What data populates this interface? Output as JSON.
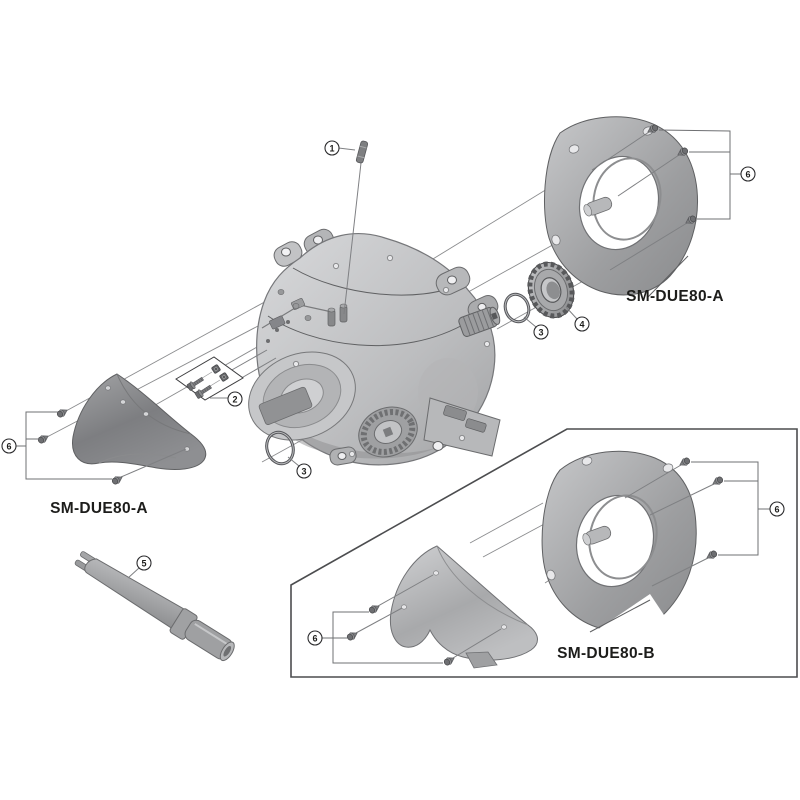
{
  "diagram": {
    "part_labels": [
      {
        "id": "cover-top-right",
        "text": "SM-DUE80-A"
      },
      {
        "id": "cover-left",
        "text": "SM-DUE80-A"
      },
      {
        "id": "cover-group-bottom",
        "text": "SM-DUE80-B"
      }
    ],
    "callouts": [
      {
        "id": "c1",
        "number": "1"
      },
      {
        "id": "c2",
        "number": "2"
      },
      {
        "id": "c3-upper",
        "number": "3"
      },
      {
        "id": "c3-lower",
        "number": "3"
      },
      {
        "id": "c4",
        "number": "4"
      },
      {
        "id": "c5",
        "number": "5"
      },
      {
        "id": "c6-top-right",
        "number": "6"
      },
      {
        "id": "c6-left",
        "number": "6"
      },
      {
        "id": "c6-bottom-left",
        "number": "6"
      },
      {
        "id": "c6-bottom-right",
        "number": "6"
      }
    ],
    "colors": {
      "background": "#ffffff",
      "leader_line": "#7f8083",
      "box_border": "#4c4d4f",
      "label_text": "#1d1d1b",
      "part_light": "#cdced0",
      "part_mid": "#9a9b9d",
      "part_dark": "#6e6f72",
      "callout_stroke": "#2b2b2d"
    }
  }
}
